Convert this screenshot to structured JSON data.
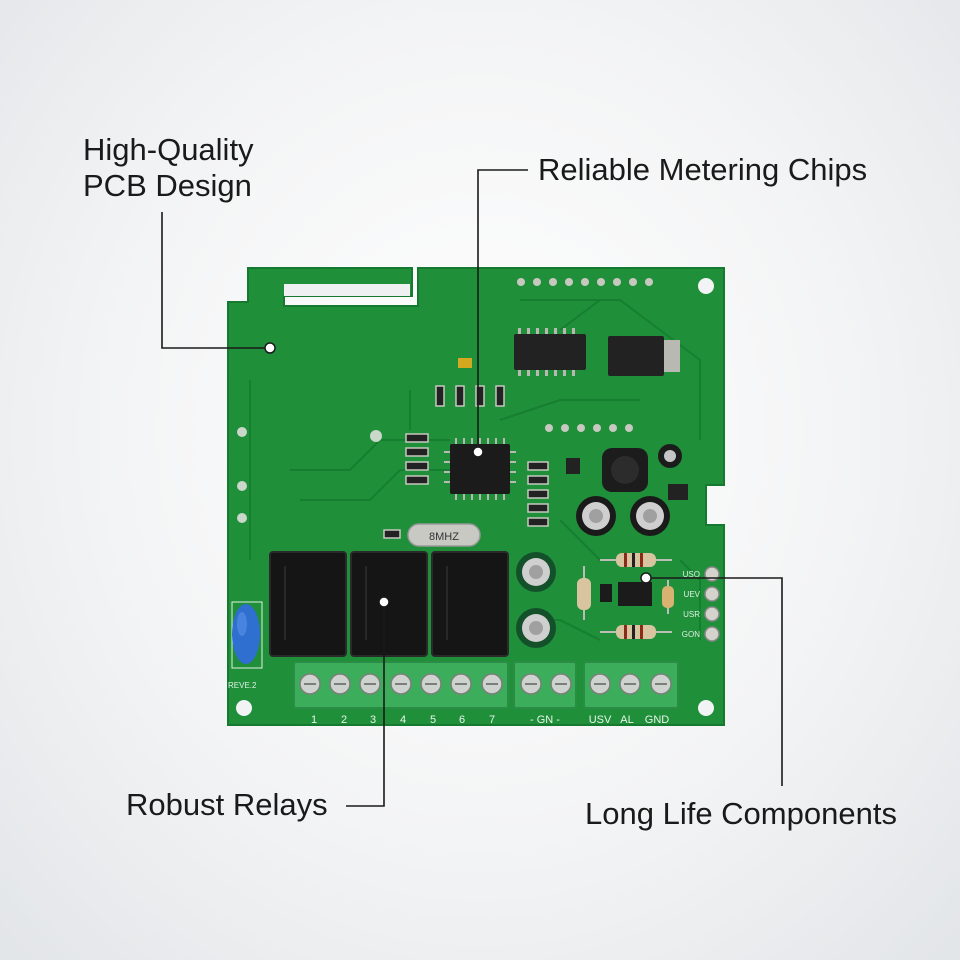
{
  "callouts": {
    "pcb_line1": "High-Quality",
    "pcb_line2": "PCB Design",
    "chips": "Reliable Metering Chips",
    "relays": "Robust Relays",
    "life": "Long Life Components"
  },
  "board": {
    "terminal_labels": [
      "1",
      "2",
      "3",
      "4",
      "5",
      "6",
      "7",
      "- GN -",
      "USV",
      "AL",
      "GND"
    ],
    "side_pin_labels": [
      "USO",
      "UEV",
      "USR",
      "GON"
    ],
    "crystal_label": "8MHZ",
    "silkscreen_label": "REVE.2"
  },
  "colors": {
    "pcb": "#1f8f3a",
    "pcb_dark": "#15732c",
    "terminal_block": "#3cad5a",
    "relay": "#141414",
    "leader_line": "#1a1a1a"
  }
}
